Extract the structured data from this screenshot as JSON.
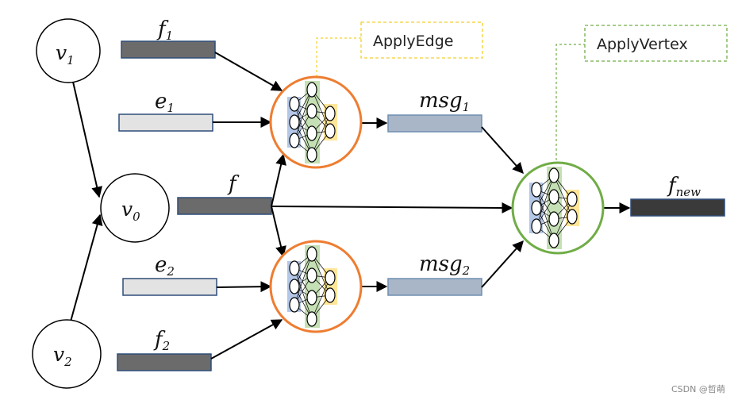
{
  "vertices": {
    "v1": {
      "base": "v",
      "sub": "1"
    },
    "v0": {
      "base": "v",
      "sub": "0"
    },
    "v2": {
      "base": "v",
      "sub": "2"
    }
  },
  "features": {
    "f1": {
      "base": "f",
      "sub": "1"
    },
    "e1": {
      "base": "e",
      "sub": "1"
    },
    "f": {
      "base": "f",
      "sub": ""
    },
    "e2": {
      "base": "e",
      "sub": "2"
    },
    "f2": {
      "base": "f",
      "sub": "2"
    },
    "msg1": {
      "base": "msg",
      "sub": "1"
    },
    "msg2": {
      "base": "msg",
      "sub": "2"
    },
    "f_new": {
      "base": "f",
      "sub": "new"
    }
  },
  "callouts": {
    "apply_edge": "ApplyEdge",
    "apply_vertex": "ApplyVertex"
  },
  "watermark": "CSDN @哲萌",
  "colors": {
    "dark_feature": "#6b6b6b",
    "light_feature": "#e3e3e3",
    "message": "#a9b6c8",
    "output": "#3a3a3a",
    "feature_border": "#2e4d7a",
    "apply_edge_ring": "#ee7d31",
    "apply_vertex_ring": "#70ad47",
    "apply_edge_callout": "#f2d12c",
    "apply_vertex_callout": "#70ad47",
    "layer_blue": "#b4c7e7",
    "layer_green": "#c5e0b4",
    "layer_yellow": "#ffe699"
  }
}
